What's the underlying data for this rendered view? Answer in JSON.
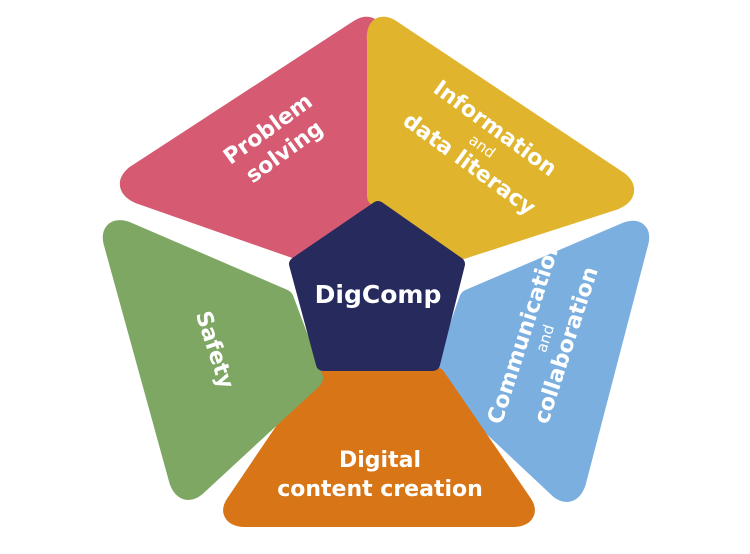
{
  "center": {
    "label": "DigComp",
    "color": "#262a5c"
  },
  "segments": {
    "problem_solving": {
      "line1": "Problem",
      "line2": "solving",
      "color": "#d65a72"
    },
    "information": {
      "line1": "Information",
      "line2": "and",
      "line3": "data literacy",
      "color": "#e0b42c"
    },
    "communication": {
      "line1": "Communication",
      "line2": "and",
      "line3": "collaboration",
      "color": "#7aafe0"
    },
    "digital_content": {
      "line1": "Digital",
      "line2": "content creation",
      "color": "#d87516"
    },
    "safety": {
      "line1": "Safety",
      "color": "#7ea764"
    }
  }
}
